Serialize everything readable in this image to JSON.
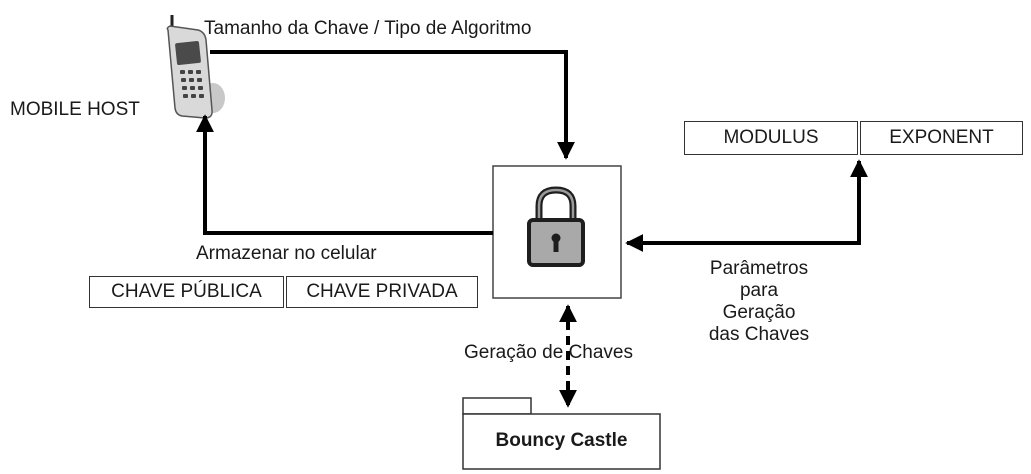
{
  "labels": {
    "top": "Tamanho da Chave / Tipo de Algoritmo",
    "mobile_host": "MOBILE HOST",
    "store": "Armazenar no celular",
    "params": [
      "Parâmetros",
      "para",
      "Geração",
      "das Chaves"
    ],
    "keygen": "Geração de Chaves"
  },
  "boxes": {
    "public_key": "CHAVE PÚBLICA",
    "private_key": "CHAVE PRIVADA",
    "modulus": "MODULUS",
    "exponent": "EXPONENT",
    "bouncy_castle": "Bouncy Castle"
  },
  "icons": {
    "phone": "mobile-phone-icon",
    "lock": "padlock-icon"
  }
}
